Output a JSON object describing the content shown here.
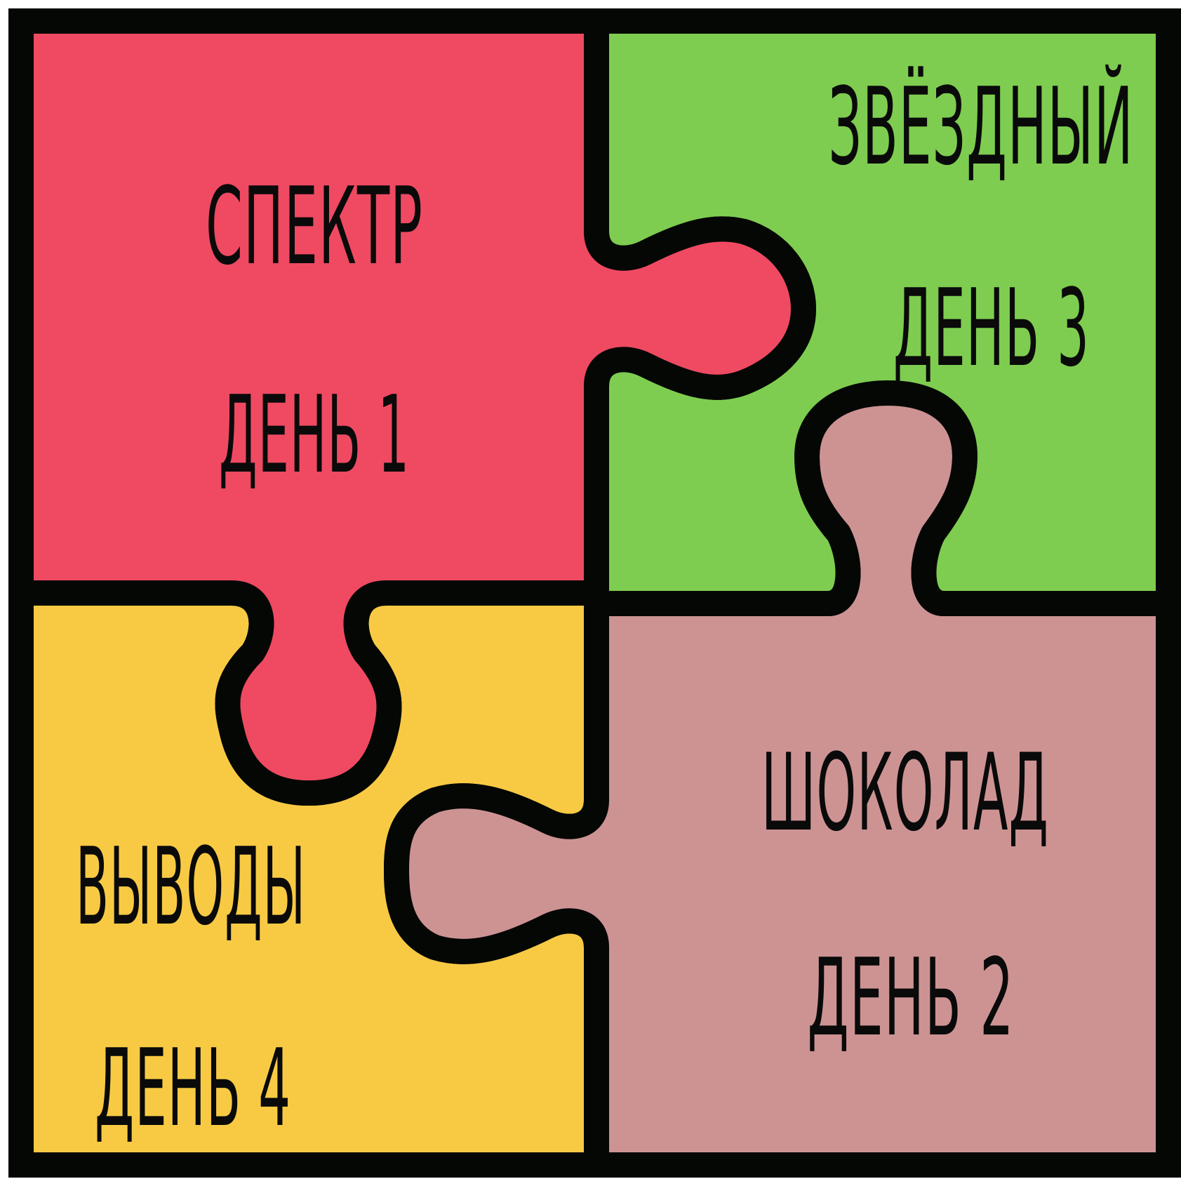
{
  "colors": {
    "red": "#EF4A62",
    "green": "#7ECD50",
    "rose": "#CD9393",
    "yellow": "#F8CA44",
    "outline": "#050705"
  },
  "pieces": {
    "top_left": {
      "title": "СПЕКТР",
      "day": "ДЕНЬ 1",
      "color": "#EF4A62"
    },
    "top_right": {
      "title": "ЗВЁЗДНЫЙ",
      "day": "ДЕНЬ 3",
      "color": "#7ECD50"
    },
    "bottom_right": {
      "title": "ШОКОЛАД",
      "day": "ДЕНЬ 2",
      "color": "#CD9393"
    },
    "bottom_left": {
      "title": "ВЫВОДЫ",
      "day": "ДЕНЬ 4",
      "color": "#F8CA44"
    }
  }
}
